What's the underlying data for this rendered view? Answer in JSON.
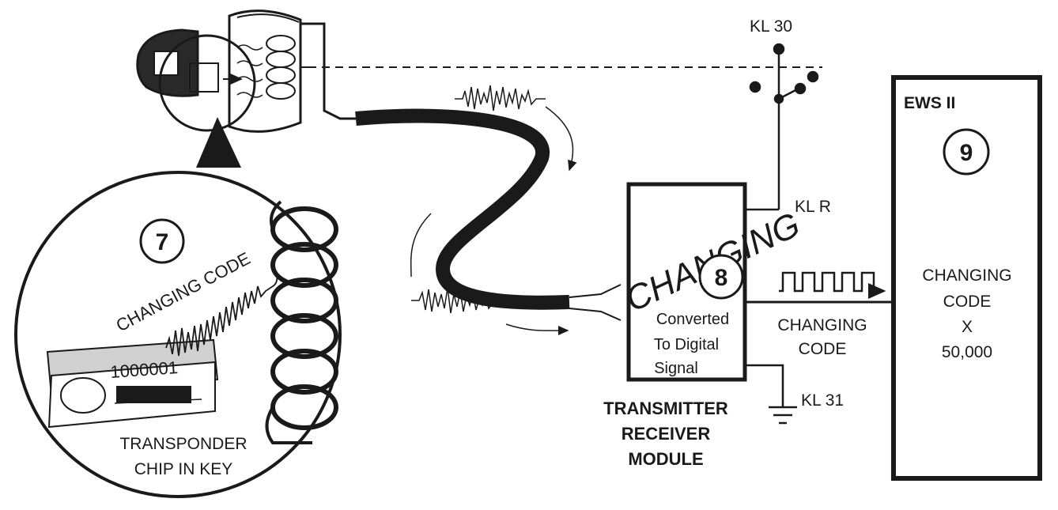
{
  "labels": {
    "kl30": "KL 30",
    "klr": "KL R",
    "kl31": "KL 31",
    "ews_title": "EWS II",
    "ews_num": "9",
    "ews_line1": "CHANGING",
    "ews_line2": "CODE",
    "ews_line3": "X",
    "ews_line4": "50,000",
    "module_changing": "CHANGING",
    "module_num": "8",
    "module_line1": "Converted",
    "module_line2": "To Digital",
    "module_line3": "Signal",
    "module_caption1": "TRANSMITTER",
    "module_caption2": "RECEIVER",
    "module_caption3": "MODULE",
    "signal_line1": "CHANGING",
    "signal_line2": "CODE",
    "key_num": "7",
    "key_changing_code": "CHANGING CODE",
    "chip_code": "1000001",
    "key_caption1": "TRANSPONDER",
    "key_caption2": "CHIP IN KEY"
  },
  "colors": {
    "ink": "#1a1a1a",
    "paper": "#ffffff",
    "chip_gray": "#d0d0d0"
  }
}
